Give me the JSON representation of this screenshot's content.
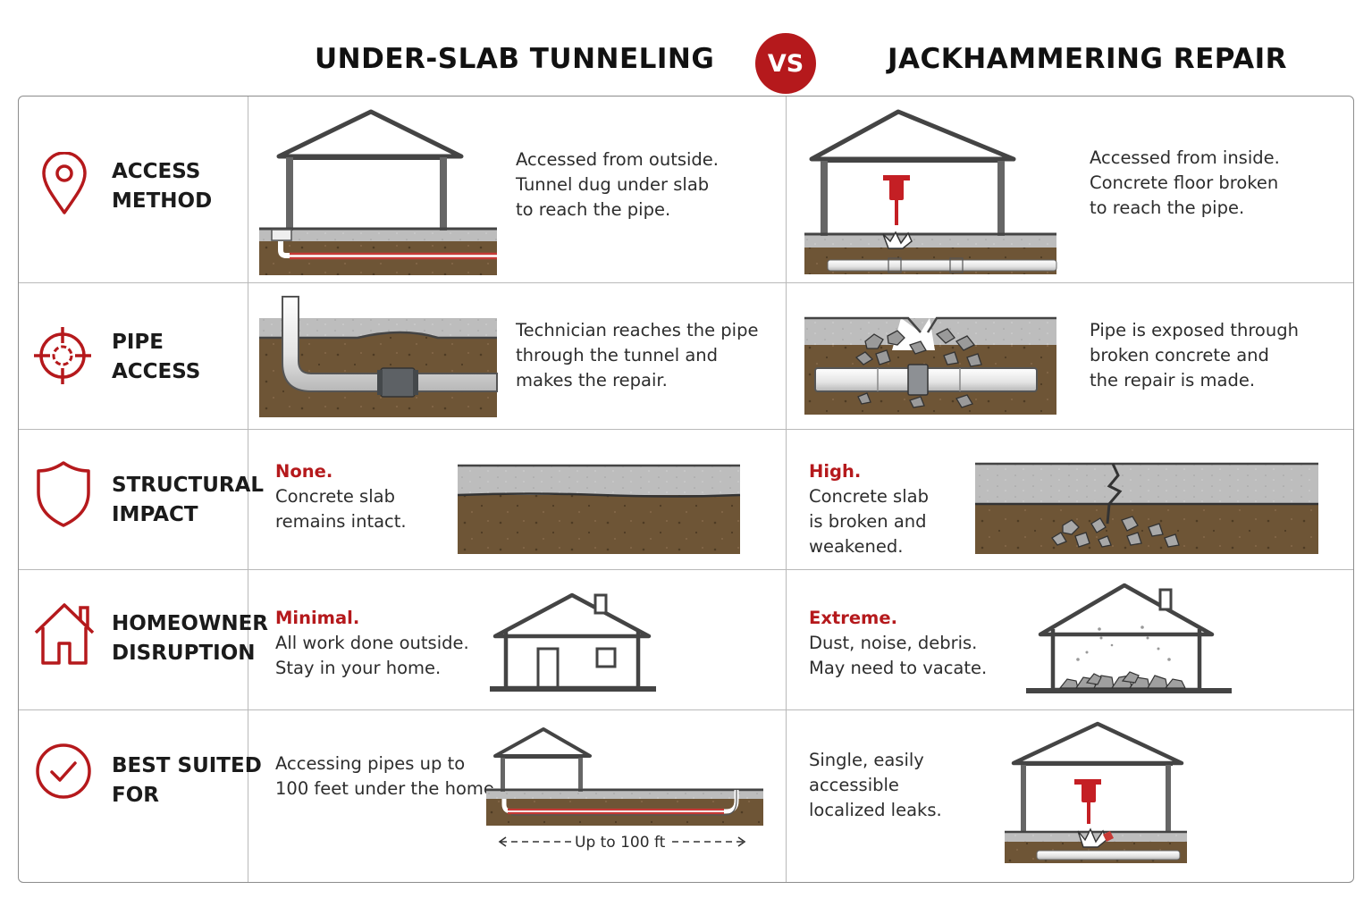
{
  "header": {
    "left_title": "UNDER-SLAB TUNNELING",
    "vs_label": "VS",
    "right_title": "JACKHAMMERING REPAIR"
  },
  "colors": {
    "accent_red": "#b5191c",
    "soil_brown": "#6e5536",
    "concrete_gray": "#b9b9b9",
    "line_dark": "#444444"
  },
  "rows": [
    {
      "icon": "location-pin-icon",
      "label_line1": "ACCESS",
      "label_line2": "METHOD",
      "tunneling": {
        "lines": [
          "Accessed from outside.",
          "Tunnel dug under slab",
          "to reach the pipe."
        ]
      },
      "jackhammer": {
        "lines": [
          "Accessed from inside.",
          "Concrete floor broken",
          "to reach the pipe."
        ]
      }
    },
    {
      "icon": "crosshair-target-icon",
      "label_line1": "PIPE",
      "label_line2": "ACCESS",
      "tunneling": {
        "lines": [
          "Technician reaches the pipe",
          "through the tunnel and",
          "makes the repair."
        ]
      },
      "jackhammer": {
        "lines": [
          "Pipe is exposed through",
          "broken concrete and",
          "the repair is made."
        ]
      }
    },
    {
      "icon": "shield-icon",
      "label_line1": "STRUCTURAL",
      "label_line2": "IMPACT",
      "tunneling": {
        "emphasis": "None.",
        "lines": [
          "Concrete slab",
          "remains intact."
        ]
      },
      "jackhammer": {
        "emphasis": "High.",
        "lines": [
          "Concrete slab",
          "is broken and",
          "weakened."
        ]
      }
    },
    {
      "icon": "house-icon",
      "label_line1": "HOMEOWNER",
      "label_line2": "DISRUPTION",
      "tunneling": {
        "emphasis": "Minimal.",
        "lines": [
          "All work done outside.",
          "Stay in your home."
        ]
      },
      "jackhammer": {
        "emphasis": "Extreme.",
        "lines": [
          "Dust, noise, debris.",
          "May need to vacate."
        ]
      }
    },
    {
      "icon": "checkmark-circle-icon",
      "label_line1": "BEST SUITED",
      "label_line2": "FOR",
      "tunneling": {
        "lines": [
          "Accessing pipes up to",
          "100 feet under the home."
        ],
        "dimension_label": "Up to 100 ft"
      },
      "jackhammer": {
        "lines": [
          "Single, easily",
          "accessible",
          "localized leaks."
        ]
      }
    }
  ]
}
